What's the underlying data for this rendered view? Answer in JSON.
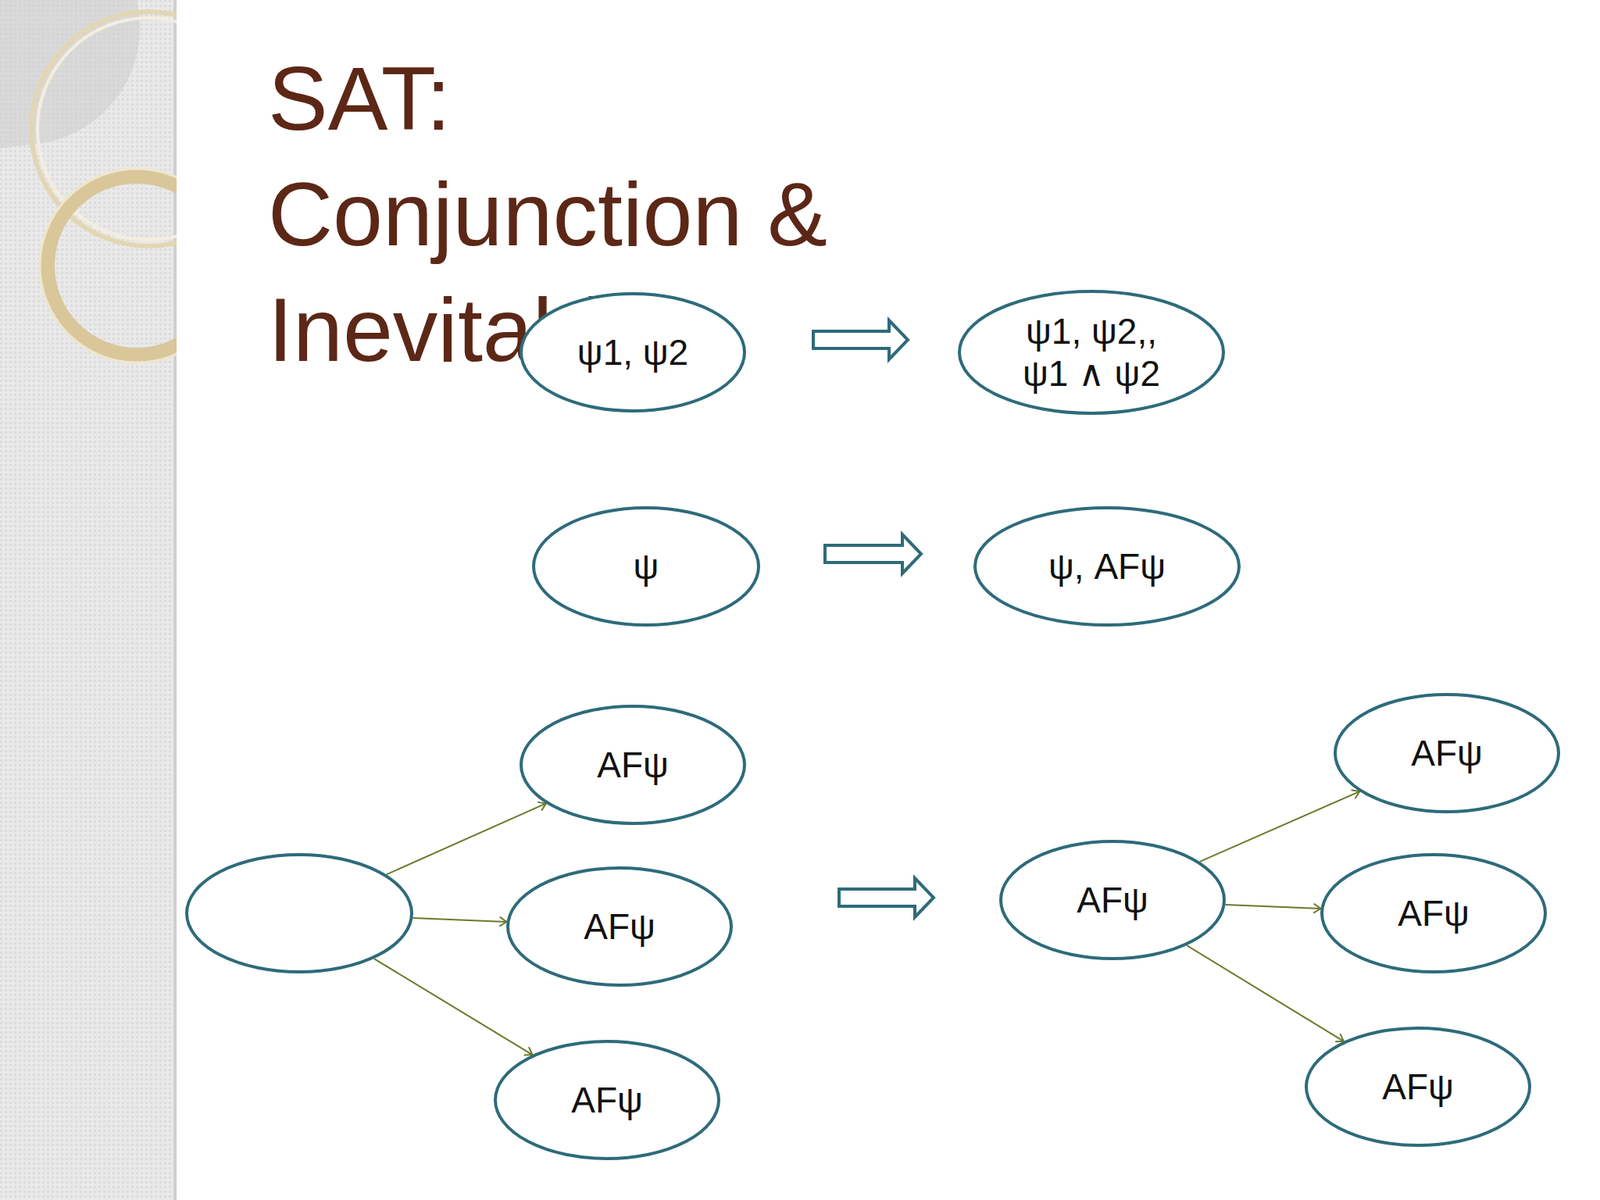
{
  "diagram": {
    "title": "SAT: Conjunction & Inevitability",
    "nodes": [
      {
        "text": [
          "ψ1, ψ2"
        ]
      },
      {
        "text": [
          "ψ1, ψ2,, ψ1 ∧ ψ2"
        ]
      },
      {
        "text": [
          "ψ"
        ]
      },
      {
        "text": [
          "ψ,  AFψ"
        ]
      },
      {
        "text": []
      },
      {
        "text": [
          "AFψ"
        ]
      },
      {
        "text": [
          "AFψ"
        ]
      },
      {
        "text": [
          "AFψ"
        ]
      },
      {
        "text": [
          "AFψ"
        ]
      },
      {
        "text": [
          "AFψ"
        ]
      },
      {
        "text": [
          "AFψ"
        ]
      },
      {
        "text": [
          "AFψ"
        ]
      }
    ],
    "edges": [
      {
        "from": 4,
        "to": 5,
        "arrow": "to"
      },
      {
        "from": 4,
        "to": 6,
        "arrow": "to"
      },
      {
        "from": 4,
        "to": 7,
        "arrow": "to"
      },
      {
        "from": 8,
        "to": 9,
        "arrow": "to"
      },
      {
        "from": 8,
        "to": 10,
        "arrow": "to"
      },
      {
        "from": 8,
        "to": 11,
        "arrow": "to"
      }
    ]
  }
}
